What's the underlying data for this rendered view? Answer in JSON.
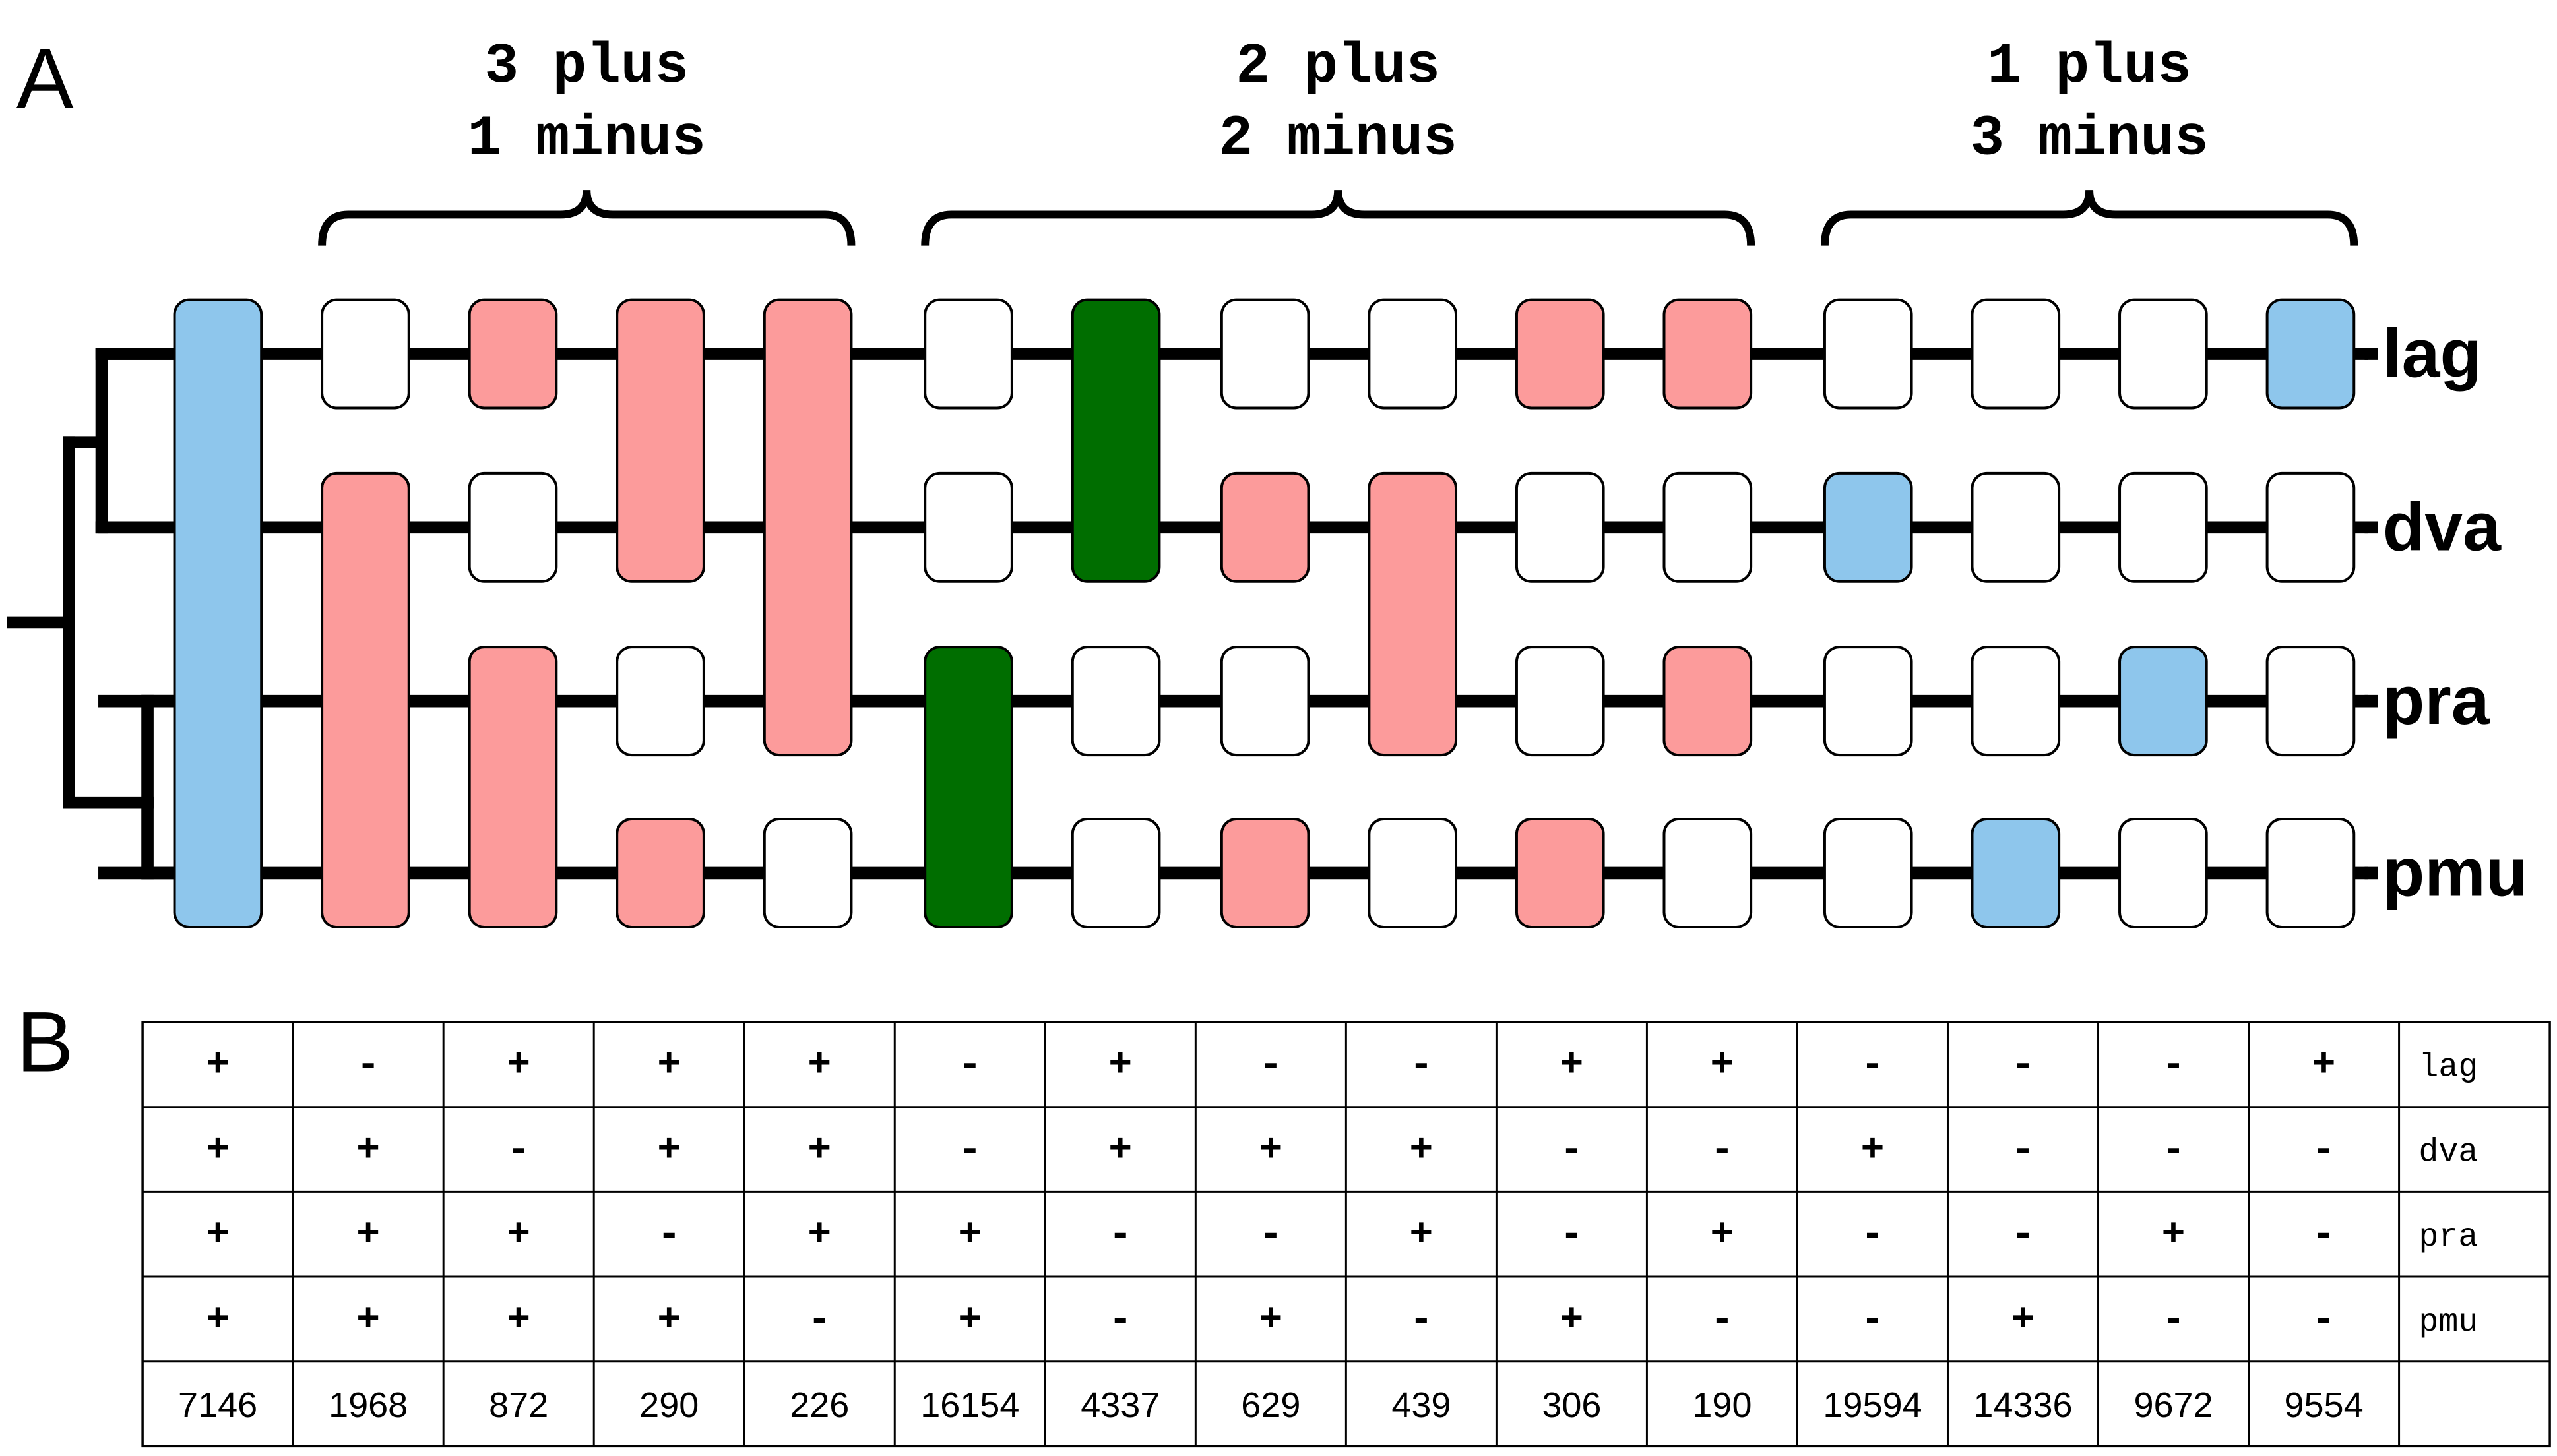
{
  "panels": {
    "a": "A",
    "b": "B"
  },
  "species": [
    "lag",
    "dva",
    "pra",
    "pmu"
  ],
  "groups": [
    {
      "line1": "3 plus",
      "line2": "1 minus",
      "from": 1,
      "to": 4
    },
    {
      "line1": "2 plus",
      "line2": "2 minus",
      "from": 5,
      "to": 10
    },
    {
      "line1": "1 plus",
      "line2": "3 minus",
      "from": 11,
      "to": 14
    }
  ],
  "colors": {
    "blue": "#8ec6ec",
    "pink": "#fc9b9b",
    "green": "#006e00",
    "white": "#ffffff",
    "line": "#000000"
  },
  "columns": [
    {
      "signs": [
        "+",
        "+",
        "+",
        "+"
      ],
      "count": "7146",
      "color": "blue"
    },
    {
      "signs": [
        "-",
        "+",
        "+",
        "+"
      ],
      "count": "1968",
      "color": "pink"
    },
    {
      "signs": [
        "+",
        "-",
        "+",
        "+"
      ],
      "count": "872",
      "color": "pink"
    },
    {
      "signs": [
        "+",
        "+",
        "-",
        "+"
      ],
      "count": "290",
      "color": "pink"
    },
    {
      "signs": [
        "+",
        "+",
        "+",
        "-"
      ],
      "count": "226",
      "color": "pink"
    },
    {
      "signs": [
        "-",
        "-",
        "+",
        "+"
      ],
      "count": "16154",
      "color": "green"
    },
    {
      "signs": [
        "+",
        "+",
        "-",
        "-"
      ],
      "count": "4337",
      "color": "green"
    },
    {
      "signs": [
        "-",
        "+",
        "-",
        "+"
      ],
      "count": "629",
      "color": "pink"
    },
    {
      "signs": [
        "-",
        "+",
        "+",
        "-"
      ],
      "count": "439",
      "color": "pink"
    },
    {
      "signs": [
        "+",
        "-",
        "-",
        "+"
      ],
      "count": "306",
      "color": "pink"
    },
    {
      "signs": [
        "+",
        "-",
        "+",
        "-"
      ],
      "count": "190",
      "color": "pink"
    },
    {
      "signs": [
        "-",
        "+",
        "-",
        "-"
      ],
      "count": "19594",
      "color": "blue"
    },
    {
      "signs": [
        "-",
        "-",
        "-",
        "+"
      ],
      "count": "14336",
      "color": "blue"
    },
    {
      "signs": [
        "-",
        "-",
        "+",
        "-"
      ],
      "count": "9672",
      "color": "blue"
    },
    {
      "signs": [
        "+",
        "-",
        "-",
        "-"
      ],
      "count": "9554",
      "color": "blue"
    }
  ]
}
